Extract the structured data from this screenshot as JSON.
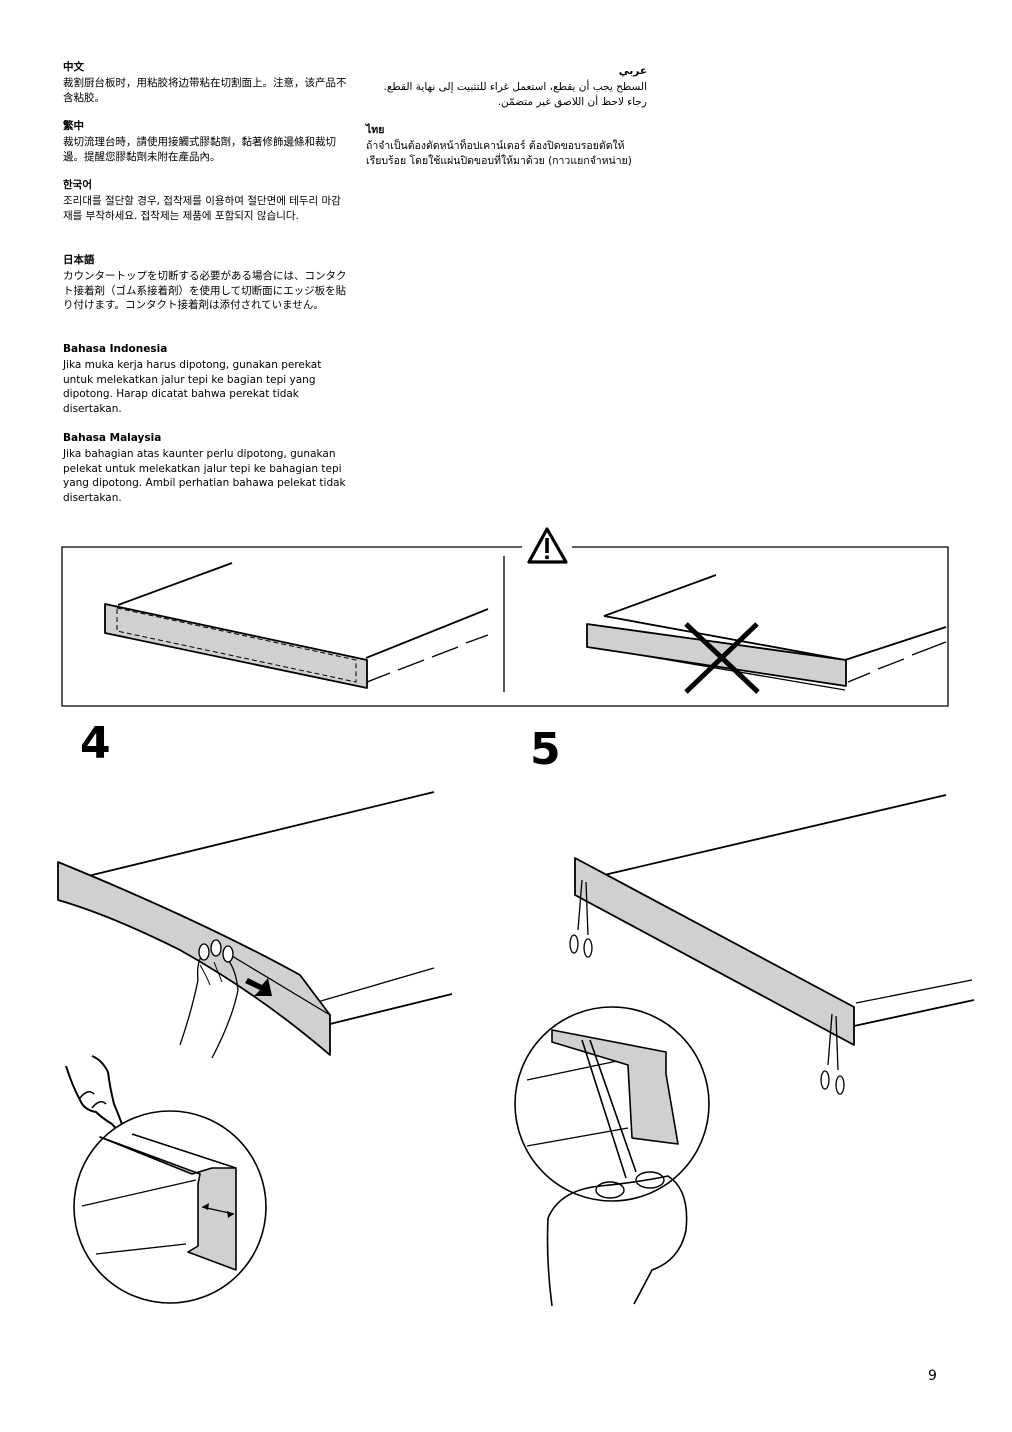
{
  "instructions": [
    {
      "lang": "中文",
      "text": "裁割厨台板时，用粘胶将边带粘在切割面上。注意，该产品不含粘胶。"
    },
    {
      "lang": "繁中",
      "text": "裁切流理台時，請使用接觸式膠黏劑，黏著修飾邊條和裁切邊。提醒您膠黏劑未附在產品內。"
    },
    {
      "lang": "한국어",
      "text": "조리대를 절단할 경우, 접착제를 이용하여 절단면에 테두리 마감재를 부착하세요. 접착제는 제품에 포함되지 않습니다."
    },
    {
      "lang": "日本語",
      "text": "カウンタートップを切断する必要がある場合には、コンタクト接着剤（ゴム系接着剤）を使用して切断面にエッジ板を貼り付けます。コンタクト接着剤は添付されていません。"
    },
    {
      "lang": "Bahasa Indonesia",
      "text": "Jika muka kerja harus dipotong, gunakan perekat untuk melekatkan jalur tepi ke bagian tepi yang dipotong. Harap dicatat bahwa perekat tidak disertakan."
    },
    {
      "lang": "Bahasa Malaysia",
      "text": "Jika bahagian atas kaunter perlu dipotong, gunakan pelekat untuk melekatkan jalur tepi ke bahagian tepi yang dipotong. Ambil perhatian bahawa pelekat tidak disertakan."
    },
    {
      "lang": "عربي",
      "text": "السطح يجب أن يقطع، استعمل غراء للتثبيت إلى نهاية القطع. رجاء لاحظ أن اللاصق غير متضمّن."
    },
    {
      "lang": "ไทย",
      "text": "ถ้าจำเป็นต้องตัดหน้าท็อปเคาน์เตอร์ ต้องปิดขอบรอยตัดให้เรียบร้อย โดยใช้แผ่นปิดขอบที่ให้มาด้วย (กาวแยกจำหน่าย)"
    }
  ],
  "steps": [
    "4",
    "5"
  ],
  "page_number": "9"
}
